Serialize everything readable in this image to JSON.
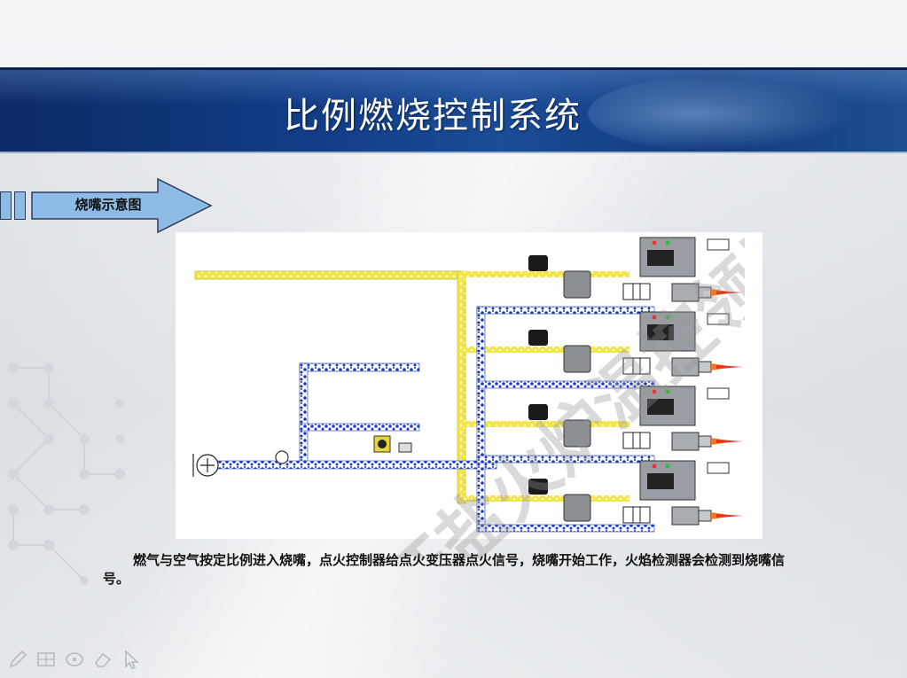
{
  "slide": {
    "title": "比例燃烧控制系统",
    "section_label": "烧嘴示意图",
    "description": "燃气与空气按定比例进入烧嘴，点火控制器给点火变压器点火信号，烧嘴开始工作，火焰检测器会检测到烧嘴信号。",
    "watermark": "老汪盐火炉温控领域子"
  },
  "toolbar": {
    "icons": [
      "pen-icon",
      "slide-grid-icon",
      "ink-circle-icon",
      "eraser-icon",
      "pointer-arrow-icon"
    ]
  },
  "colors": {
    "header_blue": "#123d86",
    "arrow_fill": "#8cbbe6",
    "gas_pipe": "#f1e23c",
    "air_pipe": "#1b3bb8",
    "flame": "#e8321f"
  }
}
